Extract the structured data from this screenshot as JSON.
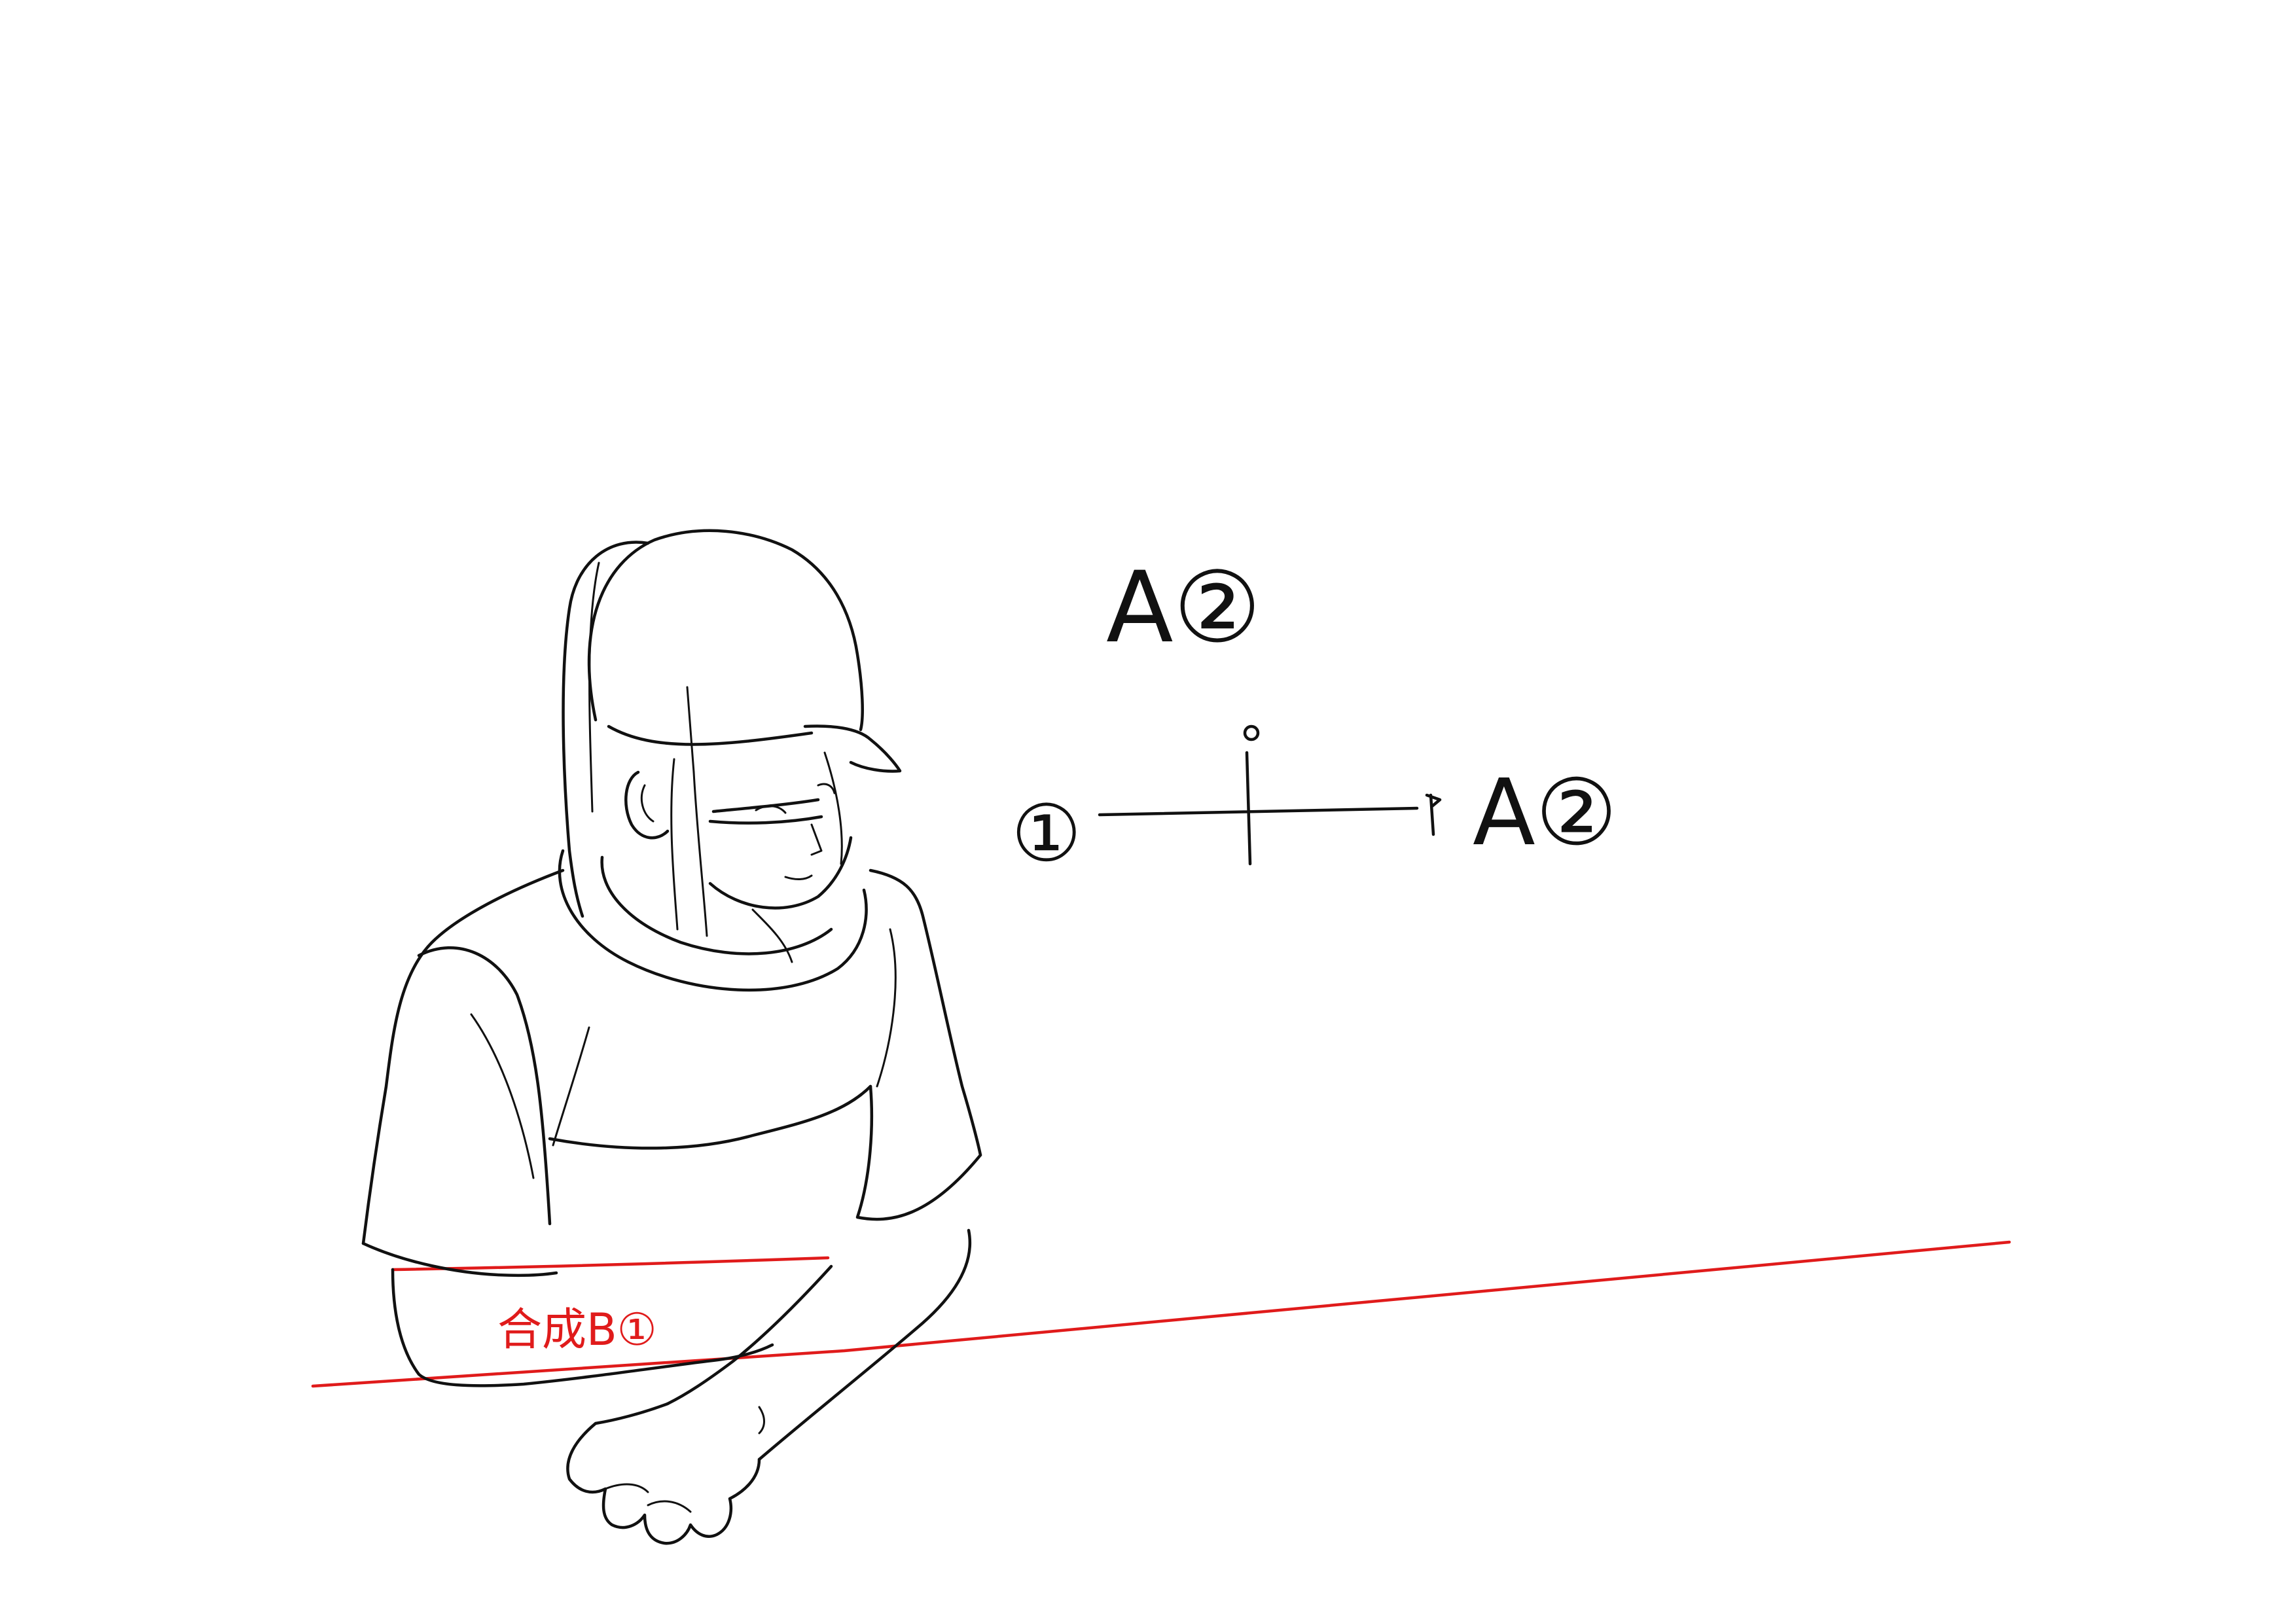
{
  "sheet": {
    "background_color": "#ffffff",
    "ink_color": "#111111",
    "accent_color": "#e01b1b"
  },
  "annotations": {
    "camera_key_top": "A②",
    "timing_start": "①",
    "timing_end": "A②",
    "red_note": "合成B①"
  }
}
